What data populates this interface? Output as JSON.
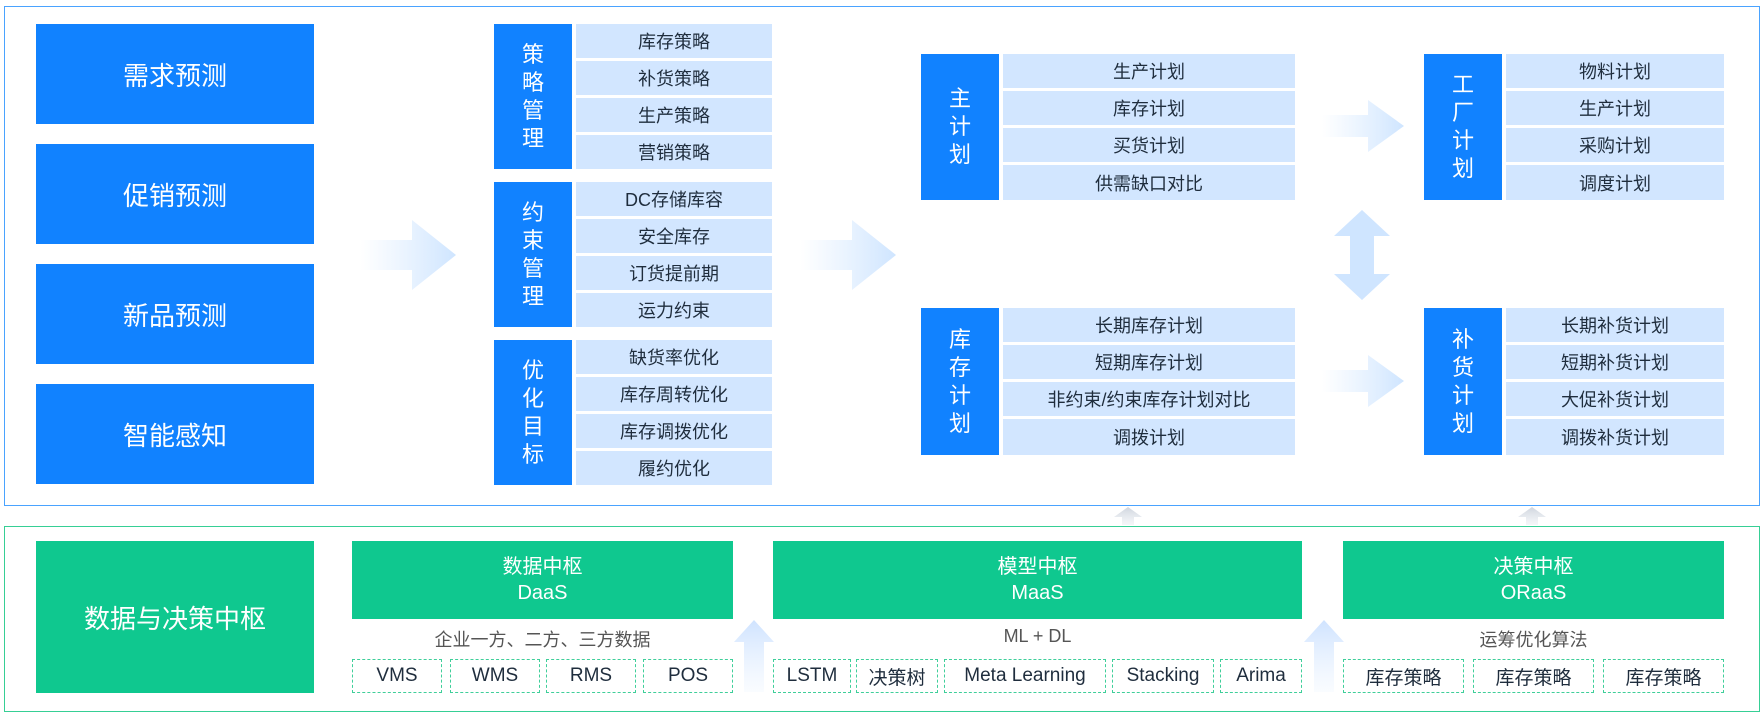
{
  "forecasts": [
    "需求预测",
    "促销预测",
    "新品预测",
    "智能感知"
  ],
  "mgmt_groups": [
    {
      "label": "策略管理",
      "items": [
        "库存策略",
        "补货策略",
        "生产策略",
        "营销策略"
      ]
    },
    {
      "label": "约束管理",
      "items": [
        "DC存储库容",
        "安全库存",
        "订货提前期",
        "运力约束"
      ]
    },
    {
      "label": "优化目标",
      "items": [
        "缺货率优化",
        "库存周转优化",
        "库存调拨优化",
        "履约优化"
      ]
    }
  ],
  "plans_mid": [
    {
      "label": "主计划",
      "items": [
        "生产计划",
        "库存计划",
        "买货计划",
        "供需缺口对比"
      ]
    },
    {
      "label": "库存计划",
      "items": [
        "长期库存计划",
        "短期库存计划",
        "非约束/约束库存计划对比",
        "调拨计划"
      ]
    }
  ],
  "plans_right": [
    {
      "label": "工厂计划",
      "items": [
        "物料计划",
        "生产计划",
        "采购计划",
        "调度计划"
      ]
    },
    {
      "label": "补货计划",
      "items": [
        "长期补货计划",
        "短期补货计划",
        "大促补货计划",
        "调拨补货计划"
      ]
    }
  ],
  "hub_title": "数据与决策中枢",
  "hubs": [
    {
      "title": "数据中枢",
      "code": "DaaS",
      "desc": "企业一方、二方、三方数据",
      "chips": [
        "VMS",
        "WMS",
        "RMS",
        "POS"
      ]
    },
    {
      "title": "模型中枢",
      "code": "MaaS",
      "desc": "ML + DL",
      "chips": [
        "LSTM",
        "决策树",
        "Meta Learning",
        "Stacking",
        "Arima"
      ]
    },
    {
      "title": "决策中枢",
      "code": "ORaaS",
      "desc": "运筹优化算法",
      "chips": [
        "库存策略",
        "库存策略",
        "库存策略"
      ]
    }
  ],
  "colors": {
    "blue": "#1182ff",
    "light_blue": "#d2e6ff",
    "green": "#0fc88f",
    "frame_blue": "#4aa3ff",
    "frame_green": "#36cf95"
  }
}
